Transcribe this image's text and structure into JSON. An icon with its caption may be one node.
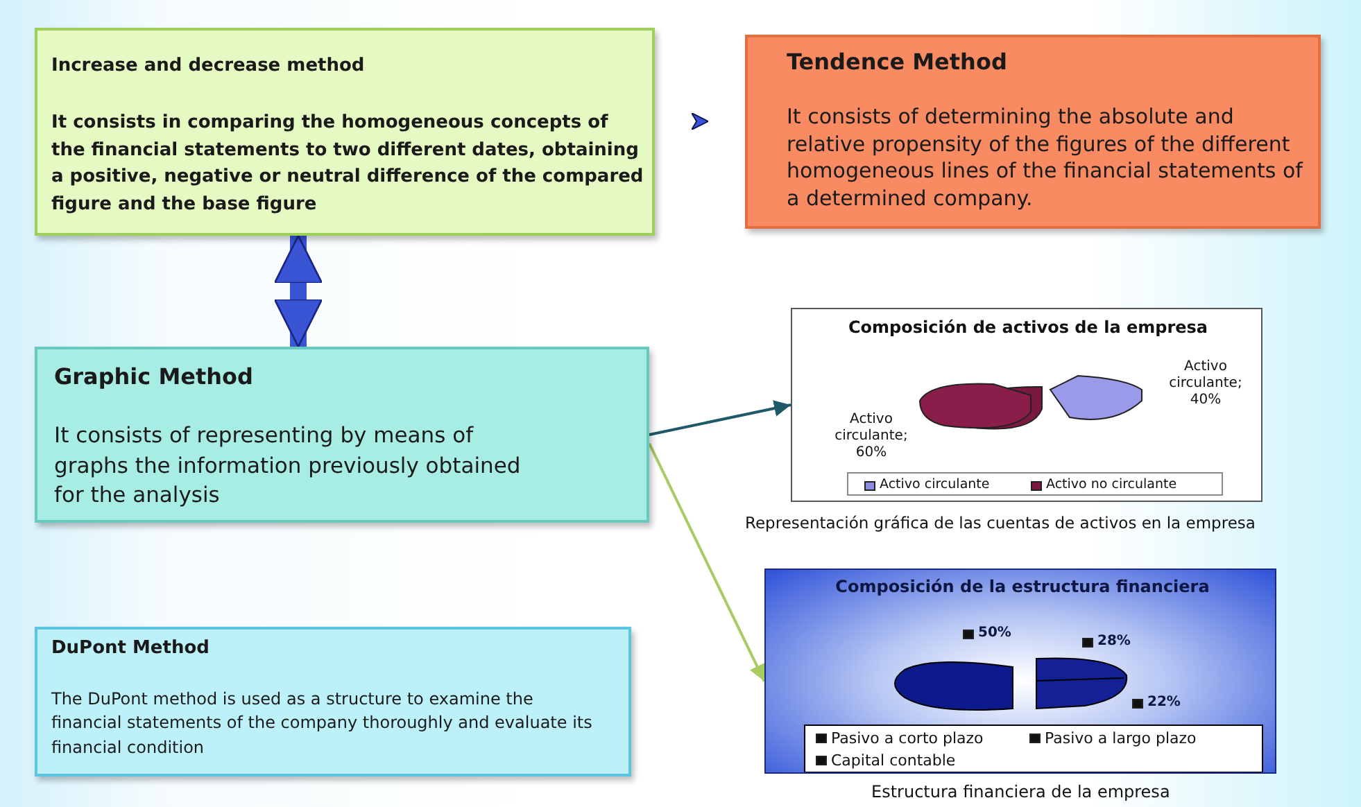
{
  "diagram": {
    "nodes": [
      {
        "text": [
          "Increase and decrease method",
          "It consists in comparing the homogeneous concepts of the financial statements to two different dates, obtaining a positive, negative or neutral difference of the compared figure and the base figure"
        ]
      },
      {
        "text": [
          "Tendence Method",
          "It consists of determining the absolute and relative propensity of the figures of the different homogeneous lines of the financial statements of a determined company."
        ]
      },
      {
        "text": [
          "Graphic Method",
          "It consists of representing by means of graphs the information previously obtained for the analysis"
        ]
      },
      {
        "text": [
          "DuPont Method",
          "The DuPont method is used as a structure to examine the financial statements of the company thoroughly and evaluate its financial condition"
        ]
      },
      {
        "text": [
          "Composición de activos de la empresa",
          "Activo circulante; 40%",
          "Activo circulante; 60%",
          "Activo circulante",
          "Activo no circulante"
        ],
        "beside": [
          "Representación gráfica de las cuentas de activos en la empresa"
        ]
      },
      {
        "text": [
          "Composición de la estructura financiera",
          "50%",
          "28%",
          "22%",
          "Pasivo a corto plazo",
          "Pasivo a largo plazo",
          "Capital contable"
        ],
        "beside": [
          "Estructura financiera de la empresa"
        ]
      }
    ],
    "edges": [
      {
        "from": 0,
        "to": 1,
        "arrow": "to"
      },
      {
        "from": 0,
        "to": 2,
        "arrow": "both",
        "style": "thick"
      },
      {
        "from": 2,
        "to": 4,
        "arrow": "to",
        "color": "#1f5a6a"
      },
      {
        "from": 2,
        "to": 5,
        "arrow": "to",
        "color": "#a9cc62"
      }
    ]
  }
}
